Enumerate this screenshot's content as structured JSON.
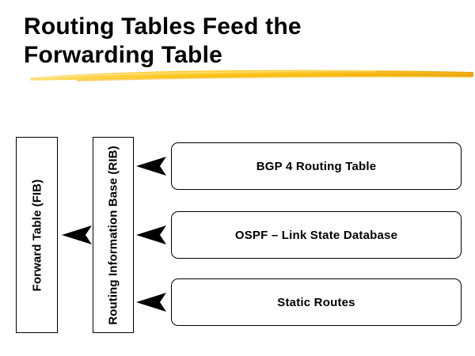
{
  "slide": {
    "title_lines": [
      "Routing Tables Feed the",
      "Forwarding Table"
    ],
    "background_color": "#ffffff",
    "text_color": "#000000",
    "accent_color": "#f5c518"
  },
  "brushstroke": {
    "name": "yellow-brushstroke-underline",
    "color_light": "#ffd34d",
    "color_mid": "#fcc419",
    "color_dark": "#e8a317"
  },
  "diagram": {
    "type": "flow",
    "vertical_boxes": [
      {
        "id": "fib",
        "label": "Forward Table (FIB)"
      },
      {
        "id": "rib",
        "label": "Routing Information Base (RIB)"
      }
    ],
    "source_boxes": [
      {
        "id": "bgp",
        "label": "BGP 4 Routing Table"
      },
      {
        "id": "ospf",
        "label": "OSPF – Link State Database"
      },
      {
        "id": "static",
        "label": "Static Routes"
      }
    ],
    "arrows": [
      {
        "id": "rib-to-fib",
        "direction": "left",
        "from": "rib",
        "to": "fib"
      },
      {
        "id": "bgp-to-rib",
        "direction": "left",
        "from": "bgp",
        "to": "rib"
      },
      {
        "id": "ospf-to-rib",
        "direction": "left",
        "from": "ospf",
        "to": "rib"
      },
      {
        "id": "static-to-rib",
        "direction": "left",
        "from": "static",
        "to": "rib"
      }
    ]
  }
}
